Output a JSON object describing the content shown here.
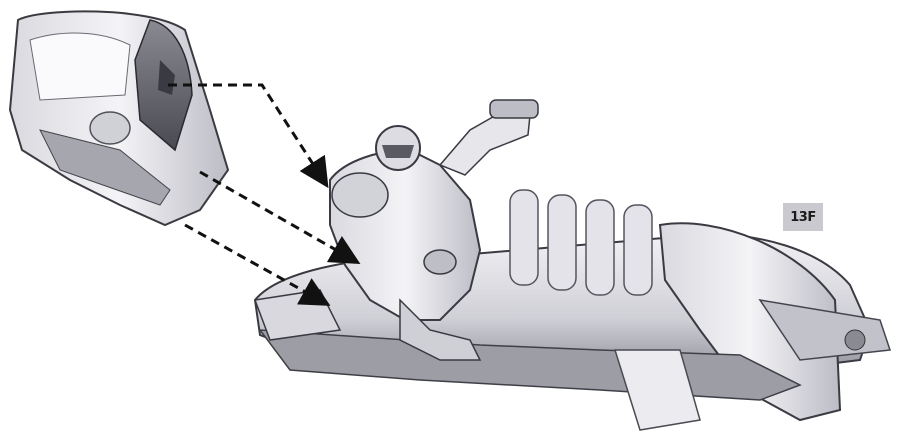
{
  "step_label": "13F",
  "colors": {
    "background": "#ffffff",
    "part_light": "#e9e9ee",
    "part_mid": "#b9b9c2",
    "part_dark": "#5a5a62",
    "arrow": "#111111",
    "badge": "#c9c9cf"
  },
  "icons": {
    "canopy": "canopy-part-illustration",
    "speeder": "jetbike-speeder-illustration",
    "rider": "armored-rider-illustration",
    "arrows": "assembly-arrow-icon"
  }
}
